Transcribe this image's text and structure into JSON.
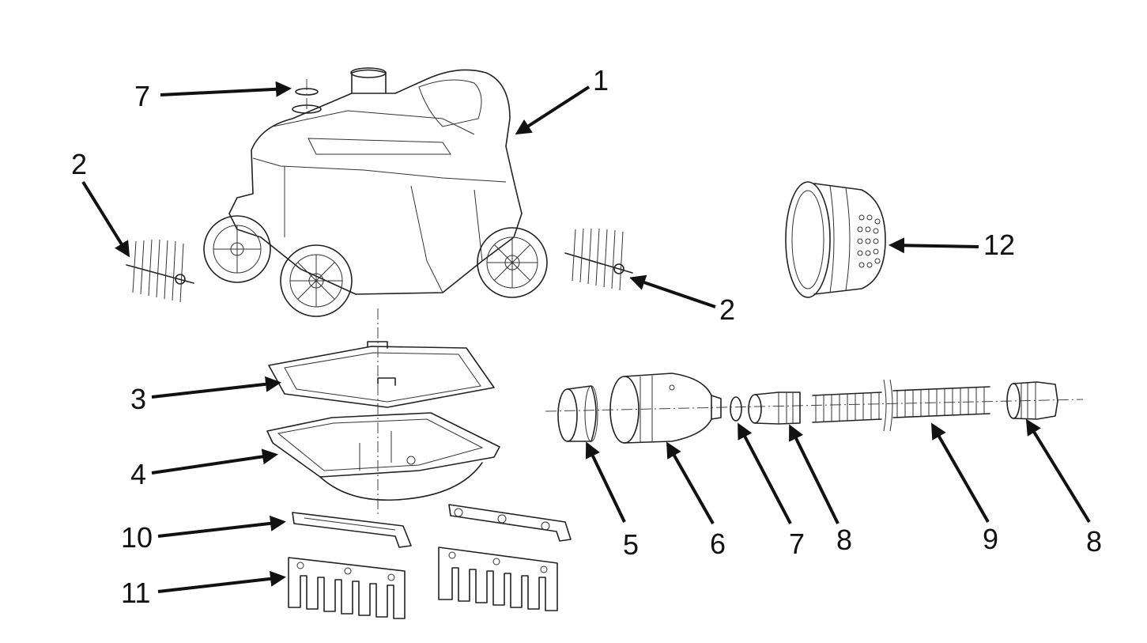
{
  "callouts": [
    {
      "id": "main-body",
      "text": "1"
    },
    {
      "id": "brush-left",
      "text": "2"
    },
    {
      "id": "brush-right",
      "text": "2"
    },
    {
      "id": "filter-frame",
      "text": "3"
    },
    {
      "id": "filter-basket",
      "text": "4"
    },
    {
      "id": "end-cap",
      "text": "5"
    },
    {
      "id": "swivel-connector",
      "text": "6"
    },
    {
      "id": "o-ring-top",
      "text": "7"
    },
    {
      "id": "o-ring-hose",
      "text": "7"
    },
    {
      "id": "hose-coupler-left",
      "text": "8"
    },
    {
      "id": "hose-coupler-right",
      "text": "8"
    },
    {
      "id": "hose",
      "text": "9"
    },
    {
      "id": "clip-bar",
      "text": "10"
    },
    {
      "id": "comb-plate",
      "text": "11"
    },
    {
      "id": "grille-cap",
      "text": "12"
    }
  ],
  "colors": {
    "line": "#222222",
    "background": "#ffffff"
  }
}
